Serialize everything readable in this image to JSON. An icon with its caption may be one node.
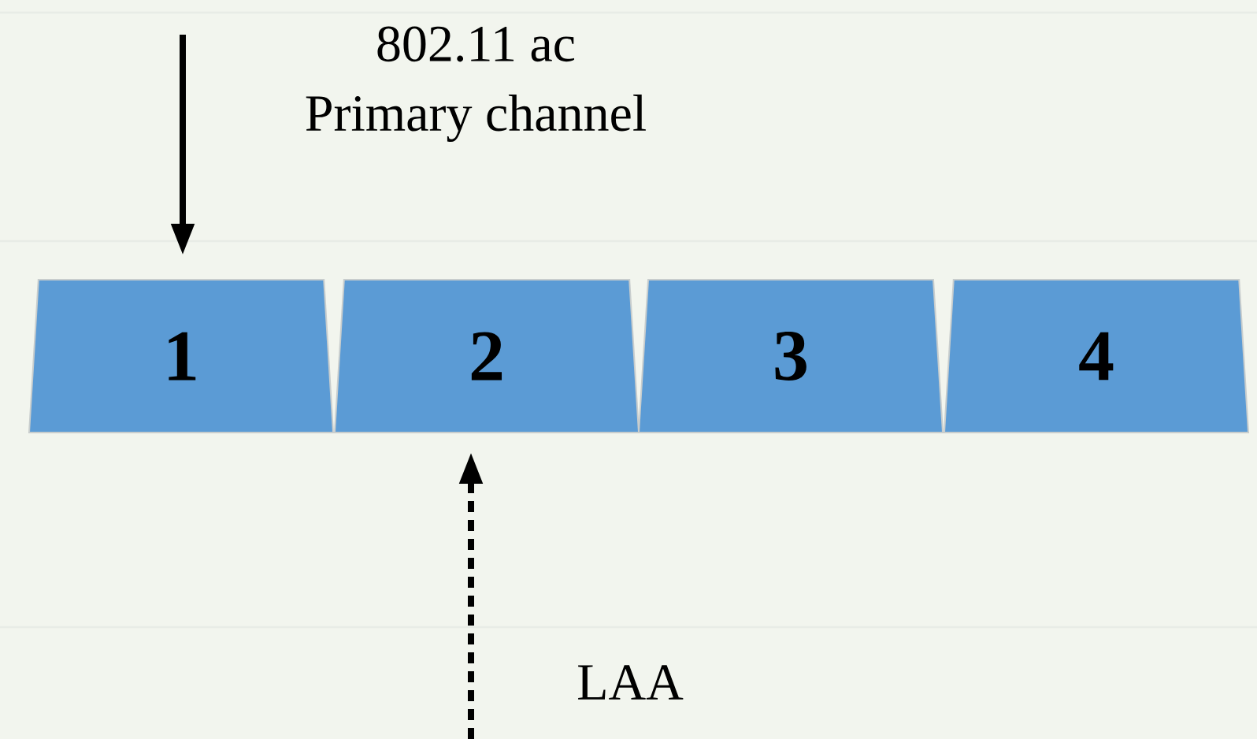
{
  "diagram": {
    "nodes": [
      {
        "text": [
          "1"
        ]
      },
      {
        "text": [
          "2"
        ]
      },
      {
        "text": [
          "3"
        ]
      },
      {
        "text": [
          "4"
        ]
      }
    ],
    "edges": [
      {
        "from": null,
        "to": 0,
        "arrow": "to"
      },
      {
        "from": null,
        "to": 1,
        "arrow": "to",
        "style": "dashed"
      }
    ],
    "labels": [
      "802.11 ac",
      "Primary channel",
      "LAA"
    ]
  }
}
